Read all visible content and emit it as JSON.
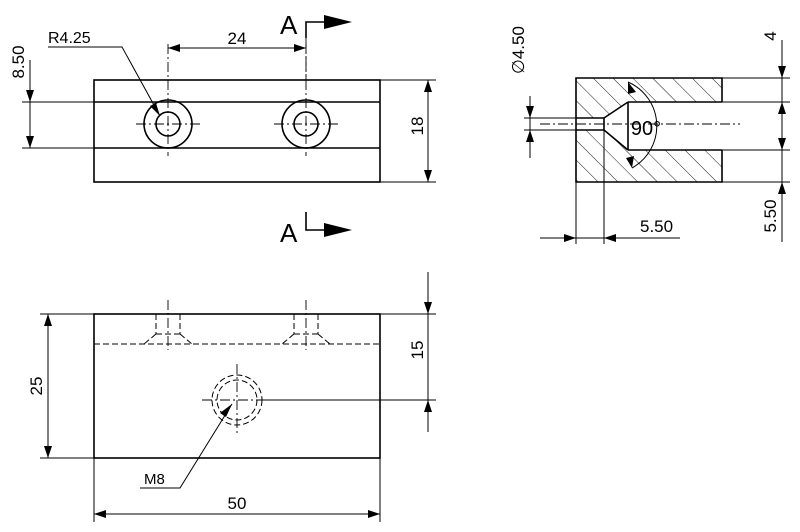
{
  "drawing": {
    "section_marker": "A",
    "top_view": {
      "radius_label": "R4.25",
      "hole_spacing_label": "24",
      "offset_label": "8.50",
      "height_label": "18"
    },
    "section_view": {
      "diameter_label": "∅4.50",
      "angle_label": "90°",
      "slot_top_label": "4",
      "slot_bottom_label": "5.50",
      "depth_label": "5.50"
    },
    "front_view": {
      "height_label": "25",
      "hole_height_label": "15",
      "thread_label": "M8",
      "width_label": "50"
    }
  }
}
